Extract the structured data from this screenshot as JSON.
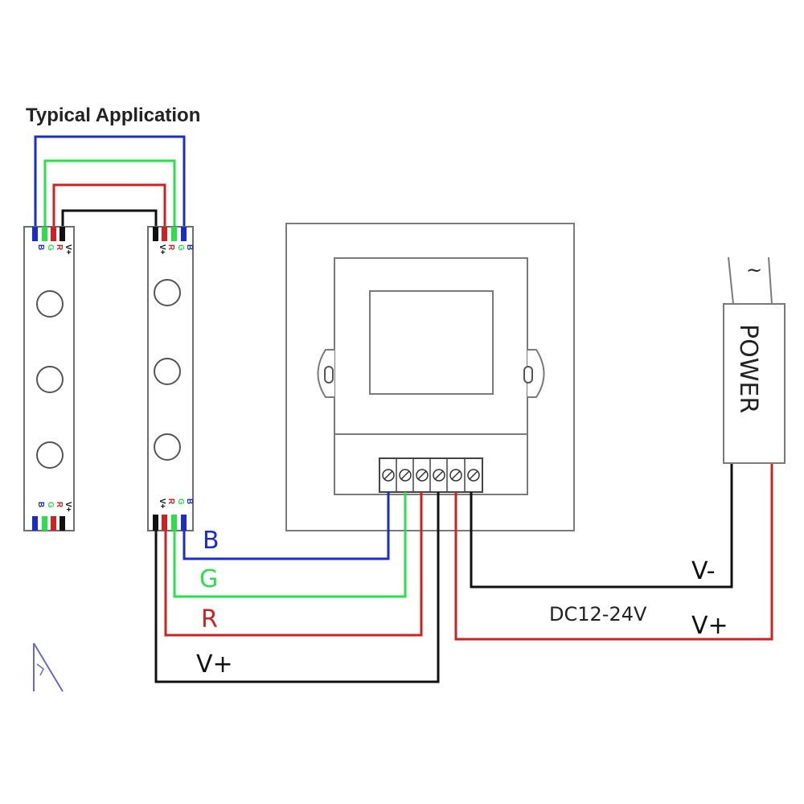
{
  "title": "Typical Application",
  "colors": {
    "blue": "#1a2bd0",
    "green": "#27e04a",
    "red": "#d02020",
    "black": "#111111"
  },
  "strip_pins_top_left": [
    "B",
    "G",
    "R",
    "V+"
  ],
  "strip_pins_top_right": [
    "V+",
    "R",
    "G",
    "B"
  ],
  "strip_pins_bottom_left": [
    "B",
    "G",
    "R",
    "V+"
  ],
  "strip_pins_bottom_right": [
    "V+",
    "R",
    "G",
    "B"
  ],
  "wire_labels": {
    "b": "B",
    "g": "G",
    "r": "R",
    "vplus_led": "V+",
    "vminus_supply": "V-",
    "vplus_supply": "V+"
  },
  "supply_voltage": "DC12-24V",
  "power_label": "POWER",
  "ac_symbol": "~"
}
